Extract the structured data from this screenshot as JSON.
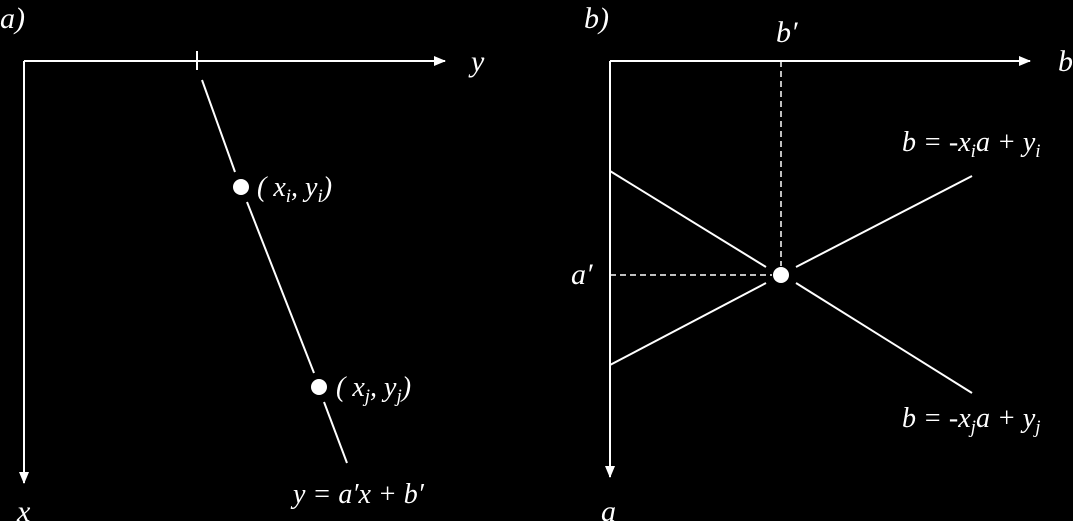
{
  "colors": {
    "background": "#000000",
    "foreground": "#ffffff"
  },
  "panel_a": {
    "label": "a)",
    "x_axis_label": "x",
    "y_axis_label": "y",
    "point_i": {
      "open": "( ",
      "x": "x",
      "xsub": "i",
      "sep": ", ",
      "y": "y",
      "ysub": "i",
      "close": ")"
    },
    "point_j": {
      "open": "( ",
      "x": "x",
      "xsub": "j",
      "sep": ", ",
      "y": "y",
      "ysub": "j",
      "close": ")"
    },
    "line_equation": "y = a′x + b′"
  },
  "panel_b": {
    "label": "b)",
    "b_axis_label": "b",
    "a_axis_label": "a",
    "b_prime_label": "b′",
    "a_prime_label": "a′",
    "eq_i": {
      "lhs": "b = -",
      "x": "x",
      "xsub": "i",
      "mid": "a + ",
      "y": "y",
      "ysub": "i"
    },
    "eq_j": {
      "lhs": "b = -",
      "x": "x",
      "xsub": "j",
      "mid": "a + ",
      "y": "y",
      "ysub": "j"
    }
  }
}
